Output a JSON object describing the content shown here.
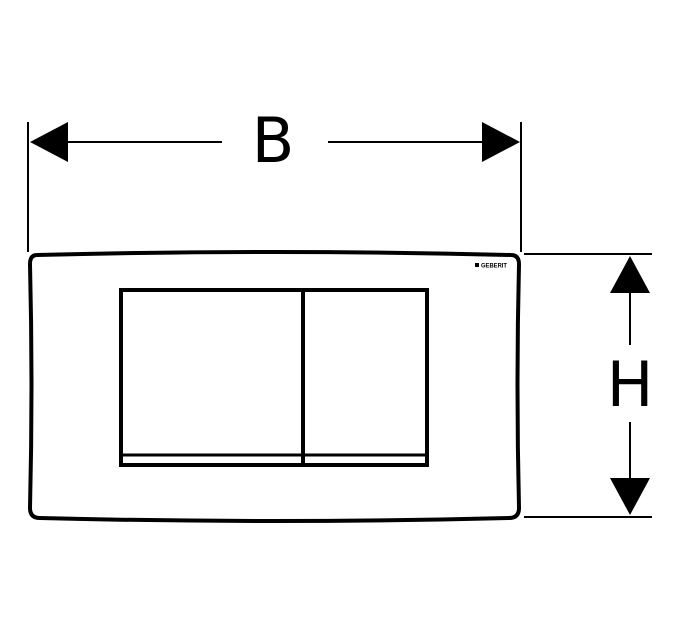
{
  "dimensions": {
    "width_label": "B",
    "height_label": "H"
  },
  "plate": {
    "brand_logo": "GEBERIT"
  },
  "colors": {
    "stroke": "#000000",
    "background": "#ffffff"
  }
}
